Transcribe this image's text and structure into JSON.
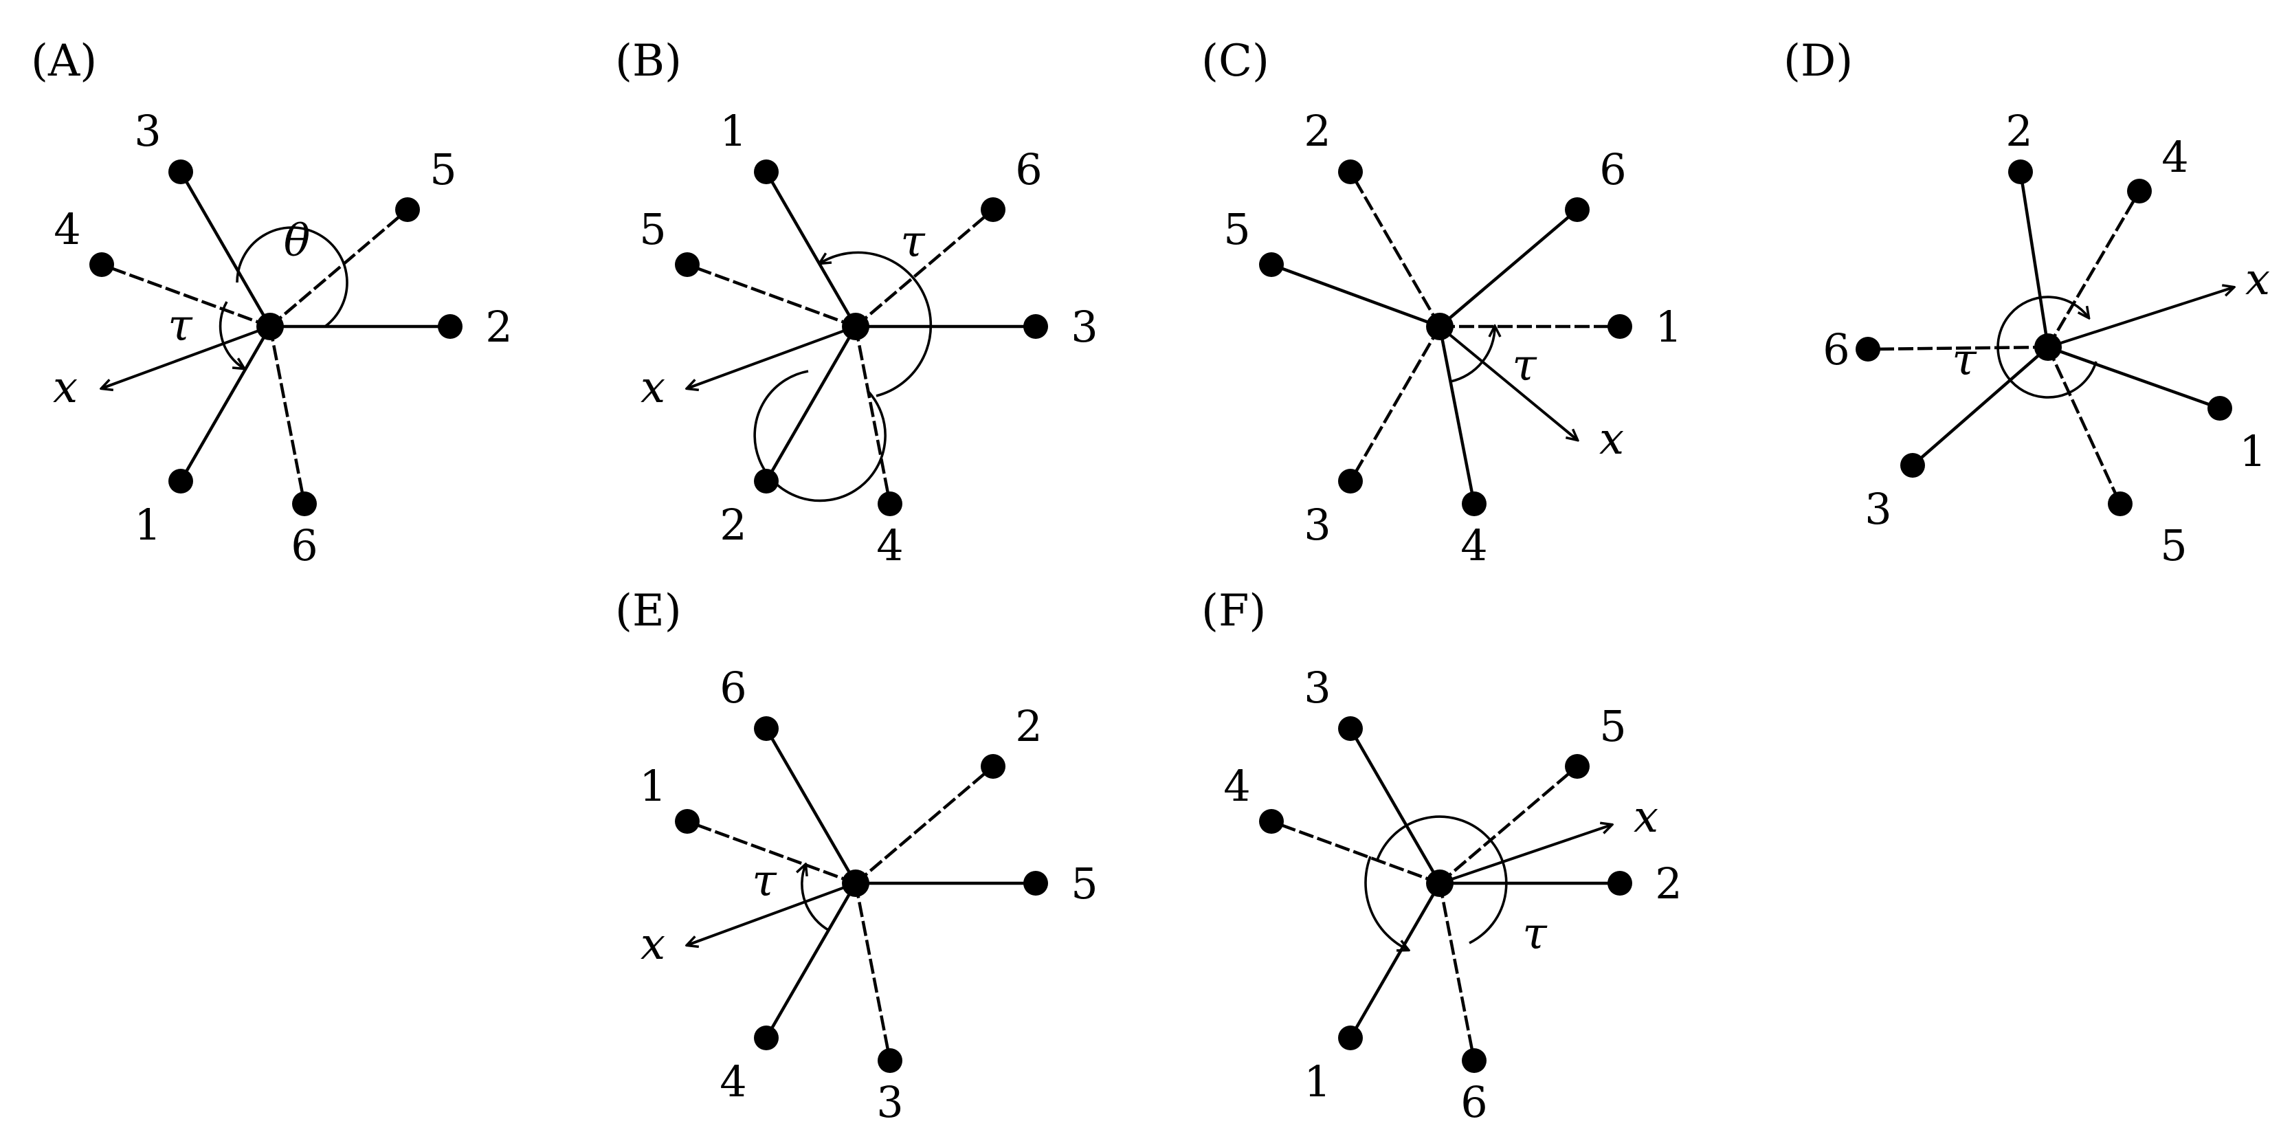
{
  "panels": [
    {
      "label": "(A)",
      "x_label": "x",
      "tau_label": "τ",
      "theta_label": "θ",
      "nodes": [
        {
          "id": "1",
          "style": "solid"
        },
        {
          "id": "2",
          "style": "solid"
        },
        {
          "id": "3",
          "style": "solid"
        },
        {
          "id": "4",
          "style": "dashed"
        },
        {
          "id": "5",
          "style": "dashed"
        },
        {
          "id": "6",
          "style": "dashed"
        }
      ]
    },
    {
      "label": "(B)",
      "x_label": "x",
      "tau_label": "τ",
      "nodes": [
        {
          "id": "1",
          "style": "solid"
        },
        {
          "id": "2",
          "style": "solid"
        },
        {
          "id": "3",
          "style": "solid"
        },
        {
          "id": "4",
          "style": "dashed"
        },
        {
          "id": "5",
          "style": "dashed"
        },
        {
          "id": "6",
          "style": "dashed"
        }
      ]
    },
    {
      "label": "(C)",
      "x_label": "x",
      "tau_label": "τ",
      "nodes": [
        {
          "id": "1",
          "style": "solid"
        },
        {
          "id": "2",
          "style": "solid"
        },
        {
          "id": "3",
          "style": "solid"
        },
        {
          "id": "4",
          "style": "dashed"
        },
        {
          "id": "5",
          "style": "dashed"
        },
        {
          "id": "6",
          "style": "dashed"
        }
      ]
    },
    {
      "label": "(D)",
      "x_label": "x",
      "tau_label": "τ",
      "nodes": [
        {
          "id": "1",
          "style": "solid"
        },
        {
          "id": "2",
          "style": "solid"
        },
        {
          "id": "3",
          "style": "solid"
        },
        {
          "id": "4",
          "style": "dashed"
        },
        {
          "id": "5",
          "style": "dashed"
        },
        {
          "id": "6",
          "style": "dashed"
        }
      ]
    },
    {
      "label": "(E)",
      "x_label": "x",
      "tau_label": "τ",
      "nodes": [
        {
          "id": "1",
          "style": "dashed"
        },
        {
          "id": "2",
          "style": "dashed"
        },
        {
          "id": "3",
          "style": "dashed"
        },
        {
          "id": "4",
          "style": "solid"
        },
        {
          "id": "5",
          "style": "solid"
        },
        {
          "id": "6",
          "style": "solid"
        }
      ]
    },
    {
      "label": "(F)",
      "x_label": "x",
      "tau_label": "τ",
      "nodes": [
        {
          "id": "1",
          "style": "solid"
        },
        {
          "id": "2",
          "style": "solid"
        },
        {
          "id": "3",
          "style": "solid"
        },
        {
          "id": "4",
          "style": "dashed"
        },
        {
          "id": "5",
          "style": "dashed"
        },
        {
          "id": "6",
          "style": "dashed"
        }
      ]
    }
  ]
}
